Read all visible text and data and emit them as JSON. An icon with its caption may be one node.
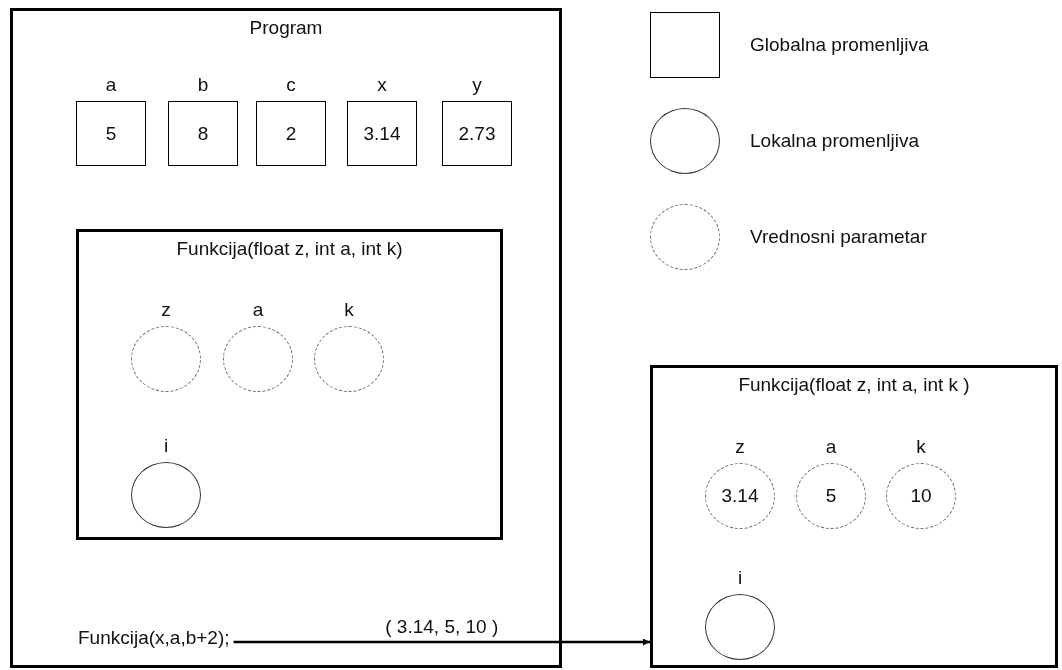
{
  "diagram": {
    "nodes": [
      {
        "text": [
          "Program"
        ]
      },
      {
        "text": [
          "a",
          "5"
        ],
        "in": 0
      },
      {
        "text": [
          "b",
          "8"
        ],
        "in": 0
      },
      {
        "text": [
          "c",
          "2"
        ],
        "in": 0
      },
      {
        "text": [
          "x",
          "3.14"
        ],
        "in": 0
      },
      {
        "text": [
          "y",
          "2.73"
        ],
        "in": 0
      },
      {
        "text": [
          "Funkcija(float z, int a, int k)"
        ],
        "in": 0
      },
      {
        "text": [
          "z"
        ],
        "in": 6
      },
      {
        "text": [
          "a"
        ],
        "in": 6
      },
      {
        "text": [
          "k"
        ],
        "in": 6
      },
      {
        "text": [
          "i"
        ],
        "in": 6
      },
      {
        "text": [
          "Funkcija(x,a,b+2);"
        ],
        "in": 0
      },
      {
        "text": [
          "Funkcija(float z, int a, int k )"
        ]
      },
      {
        "text": [
          "z",
          "3.14"
        ],
        "in": 12
      },
      {
        "text": [
          "a",
          "5"
        ],
        "in": 12
      },
      {
        "text": [
          "k",
          "10"
        ],
        "in": 12
      },
      {
        "text": [
          "i"
        ],
        "in": 12
      }
    ],
    "edges": [
      {
        "from": 11,
        "to": 12,
        "label": "( 3.14, 5, 10 )",
        "arrow": "to"
      }
    ],
    "legend": [
      {
        "text": "Globalna promenljiva"
      },
      {
        "text": "Lokalna promenljiva"
      },
      {
        "text": "Vrednosni parametar"
      }
    ]
  }
}
